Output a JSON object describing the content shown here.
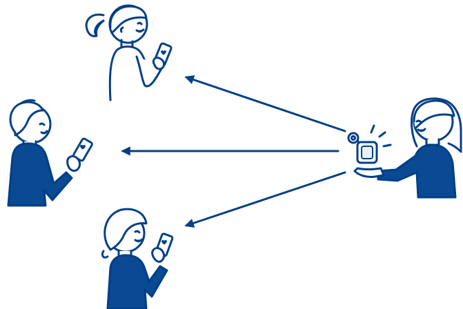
{
  "diagram": {
    "palette": {
      "ink": "#003f87",
      "fill": "#0a4a92",
      "skin": "#ffffff",
      "device": "#e8f0fb"
    },
    "nodes": [
      {
        "id": "sender",
        "role": "person-holding-beacon-device",
        "icon": "beacon-tag-icon"
      },
      {
        "id": "receiver-top",
        "role": "person-with-smartphone",
        "icon": "heart-on-phone-icon"
      },
      {
        "id": "receiver-middle",
        "role": "person-with-smartphone",
        "icon": "heart-on-phone-icon"
      },
      {
        "id": "receiver-bottom",
        "role": "person-with-smartphone",
        "icon": "heart-on-phone-icon"
      }
    ],
    "edges": [
      {
        "from": "sender",
        "to": "receiver-top",
        "direction": "forward"
      },
      {
        "from": "sender",
        "to": "receiver-middle",
        "direction": "forward"
      },
      {
        "from": "sender",
        "to": "receiver-bottom",
        "direction": "forward"
      }
    ]
  }
}
